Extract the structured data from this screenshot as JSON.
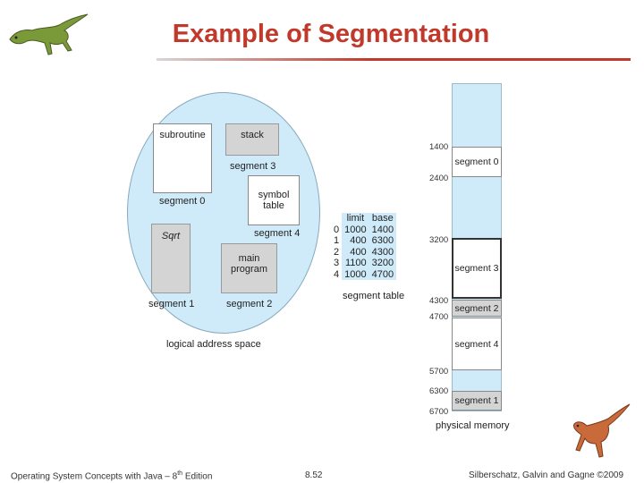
{
  "title": "Example of Segmentation",
  "logical": {
    "caption": "logical address space",
    "segments": [
      {
        "name": "subroutine",
        "label": "segment 0"
      },
      {
        "name": "Sqrt",
        "label": "segment 1"
      },
      {
        "name": "main program",
        "label": "segment 2"
      },
      {
        "name": "stack",
        "label": "segment 3"
      },
      {
        "name": "symbol table",
        "label": "segment 4"
      }
    ]
  },
  "segment_table": {
    "caption": "segment table",
    "headers": [
      "limit",
      "base"
    ],
    "rows": [
      {
        "index": "0",
        "limit": "1000",
        "base": "1400"
      },
      {
        "index": "1",
        "limit": "400",
        "base": "6300"
      },
      {
        "index": "2",
        "limit": "400",
        "base": "4300"
      },
      {
        "index": "3",
        "limit": "1100",
        "base": "3200"
      },
      {
        "index": "4",
        "limit": "1000",
        "base": "4700"
      }
    ]
  },
  "physical": {
    "caption": "physical memory",
    "addresses": [
      "1400",
      "2400",
      "3200",
      "4300",
      "4700",
      "5700",
      "6300",
      "6700"
    ],
    "segments": [
      "segment 0",
      "segment 3",
      "segment 2",
      "segment 4",
      "segment 1"
    ]
  },
  "footer": {
    "left": "Operating System Concepts with Java – 8",
    "left_sup": "th",
    "left_end": " Edition",
    "center": "8.52",
    "right": "Silberschatz, Galvin and Gagne ©2009"
  },
  "colors": {
    "title": "#c0392b",
    "light_blue": "#cfeaf9",
    "gray_box": "#d4d4d4"
  }
}
